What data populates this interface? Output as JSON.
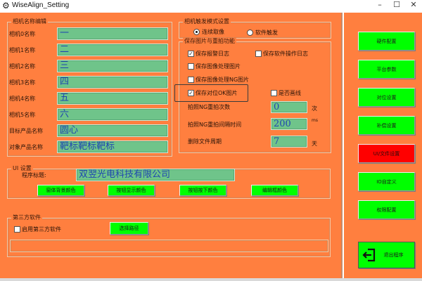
{
  "window": {
    "title": "WiseAlign_Setting",
    "controls": {
      "minimize": "–",
      "maximize": "☐",
      "close": "✕"
    }
  },
  "colors": {
    "background": "#ff7f3f",
    "field": "#6fc48a",
    "field_text": "#1f46b0",
    "button_green": "#00ff00",
    "button_red": "#ff0000"
  },
  "camera_names": {
    "legend": "相机名称编辑",
    "rows": [
      {
        "label": "相机0名称",
        "value": "一"
      },
      {
        "label": "相机1名称",
        "value": "二"
      },
      {
        "label": "相机2名称",
        "value": "三"
      },
      {
        "label": "相机3名称",
        "value": "四"
      },
      {
        "label": "相机4名称",
        "value": "五"
      },
      {
        "label": "相机5名称",
        "value": "六"
      },
      {
        "label": "目标产品名称",
        "value": "圆心"
      },
      {
        "label": "对象产品名称",
        "value": "靶标靶标靶标"
      }
    ]
  },
  "trigger_mode": {
    "legend": "相机触发模式设置",
    "options": [
      {
        "label": "连续取像",
        "selected": true
      },
      {
        "label": "软件触发",
        "selected": false
      }
    ]
  },
  "save_images": {
    "legend": "保存图片与重拍功能",
    "checkboxes": [
      {
        "label": "保存报警日志",
        "checked": true
      },
      {
        "label": "保存软件操作日志",
        "checked": false
      },
      {
        "label": "保存图像处理图片",
        "checked": false
      },
      {
        "label": "保存图像处理NG图片",
        "checked": false
      },
      {
        "label": "保存对位OK图片",
        "checked": true
      },
      {
        "label": "是否画线",
        "checked": false
      }
    ],
    "fields": [
      {
        "label": "拍照NG重拍次数",
        "value": "0",
        "unit": "次"
      },
      {
        "label": "拍照NG重拍间隔时间",
        "value": "200",
        "unit": "ms"
      },
      {
        "label": "删除文件周期",
        "value": "7",
        "unit": "天"
      }
    ]
  },
  "ui_settings": {
    "legend": "UI 设置",
    "program_title_label": "程序标题:",
    "program_title_value": "双翌光电科技有限公司",
    "buttons": [
      "窗体背景颜色",
      "按钮显示颜色",
      "按钮按下颜色",
      "编辑框颜色"
    ]
  },
  "third_party": {
    "legend": "第三方软件",
    "enable_label": "启用第三方软件",
    "enable_checked": false,
    "select_path_button": "选择路径",
    "path_value": ""
  },
  "sidebar": {
    "buttons": [
      {
        "label": "硬件配置",
        "active": false
      },
      {
        "label": "平台参数",
        "active": false
      },
      {
        "label": "对位设置",
        "active": false
      },
      {
        "label": "补偿设置",
        "active": false
      },
      {
        "label": "UI/文件设置",
        "active": true
      },
      {
        "label": "IO自定义",
        "active": false
      },
      {
        "label": "权限配置",
        "active": false
      }
    ],
    "exit_button": {
      "label": "退出程序",
      "icon": "exit-icon"
    }
  }
}
